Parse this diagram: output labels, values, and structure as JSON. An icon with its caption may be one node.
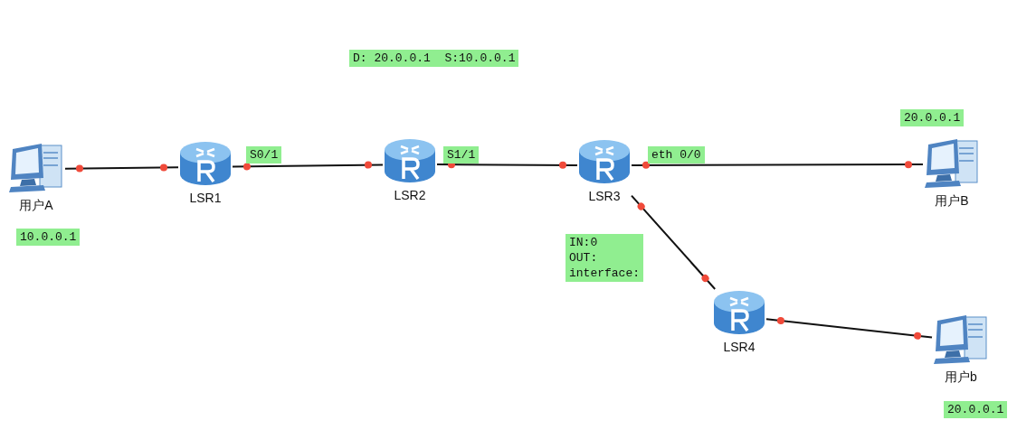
{
  "diagram": {
    "nodes": [
      {
        "text": [
          "用户A"
        ]
      },
      {
        "text": [
          "LSR1"
        ]
      },
      {
        "text": [
          "LSR2"
        ]
      },
      {
        "text": [
          "LSR3"
        ]
      },
      {
        "text": [
          "用户B"
        ]
      },
      {
        "text": [
          "LSR4"
        ]
      },
      {
        "text": [
          "用户b"
        ]
      }
    ],
    "edges": [
      {
        "from": 0,
        "to": 1,
        "arrow": "other"
      },
      {
        "from": 1,
        "to": 2,
        "arrow": "other"
      },
      {
        "from": 2,
        "to": 3,
        "arrow": "other"
      },
      {
        "from": 3,
        "to": 4,
        "arrow": "other"
      },
      {
        "from": 3,
        "to": 5,
        "arrow": "other"
      },
      {
        "from": 5,
        "to": 6,
        "arrow": "other"
      }
    ],
    "labels": [
      "D: 20.0.0.1  S:10.0.0.1",
      "20.0.0.1",
      "S0/1",
      "S1/1",
      "eth 0/0",
      "10.0.0.1",
      "IN:0 OUT: interface:",
      "20.0.0.1"
    ]
  }
}
